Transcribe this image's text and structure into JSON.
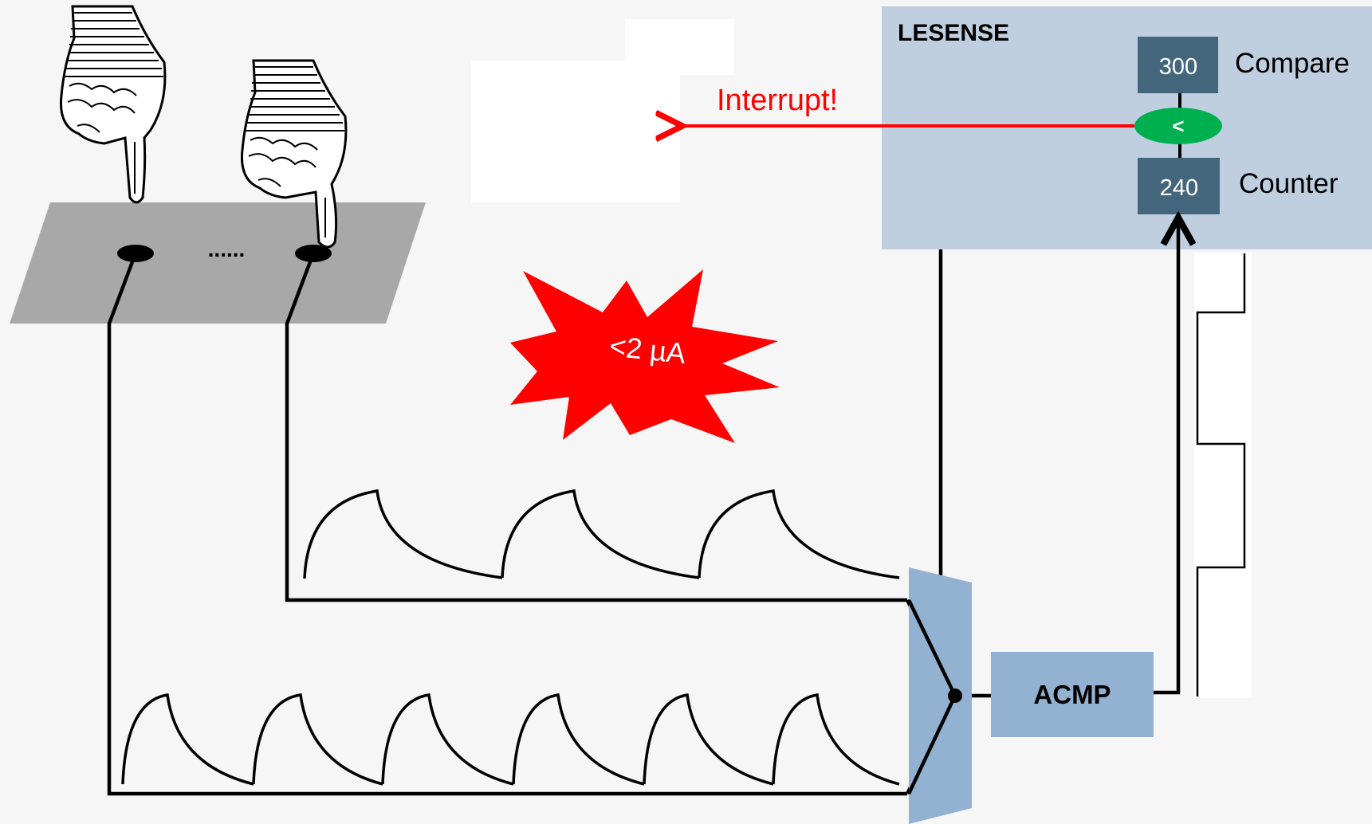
{
  "diagram": {
    "lesense": {
      "title": "LESENSE",
      "compare_value": "300",
      "compare_label": "Compare",
      "comparator_symbol": "<",
      "counter_value": "240",
      "counter_label": "Counter"
    },
    "interrupt_label": "Interrupt!",
    "current_burst": "<2 µA",
    "ellipsis": "......",
    "acmp_label": "ACMP",
    "colors": {
      "background": "#f6f6f6",
      "lesense_panel": "#bfcfe0",
      "register_box": "#44667d",
      "comparator": "#00b050",
      "interrupt": "#ff0000",
      "acmp_block": "#93b1d1",
      "touch_pad": "#a8a8a8",
      "burst": "#ff0000"
    },
    "icons": [
      "pointing-hand-icon",
      "pointing-hand-icon"
    ]
  }
}
